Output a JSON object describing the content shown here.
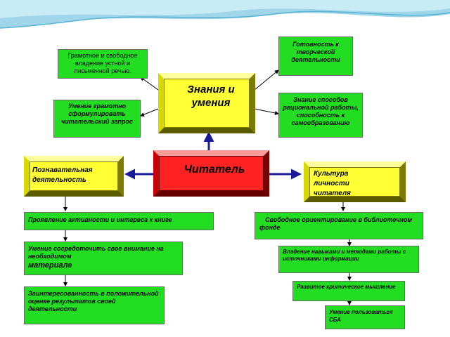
{
  "diagram": {
    "center": "Читатель",
    "knowledge": "Знания и умения",
    "cognitive": "Познавательная деятельность",
    "culture": "Культура личности читателя",
    "top_left_1": "Грамотное и свободное владение устной и письменной речью.",
    "top_left_2": "Умение грамотно сформулировать читательский запрос",
    "top_right_1": "Готовность к творческой деятельности",
    "top_right_2": "Знание способов рациональной работы, способность к самообразованию",
    "left_1": "Проявление активности и интереса к книге",
    "left_2_line1": "Умение сосредоточить свое внимание на необходимом",
    "left_2_line2": "материале",
    "left_3": "Заинтересованность в положительной оценке результатов своей деятельности",
    "right_1": "Свободное ориентирование в библиотечном фонде",
    "right_2": "Владение навыками и методами работы с источниками информации",
    "right_3": "Развитое критическое мышление",
    "right_4": "Умение пользоваться СБА"
  },
  "colors": {
    "green": "#22dd22",
    "yellow": "#ffff33",
    "red": "#ff2222",
    "arrow_navy": "#1a1a99"
  }
}
